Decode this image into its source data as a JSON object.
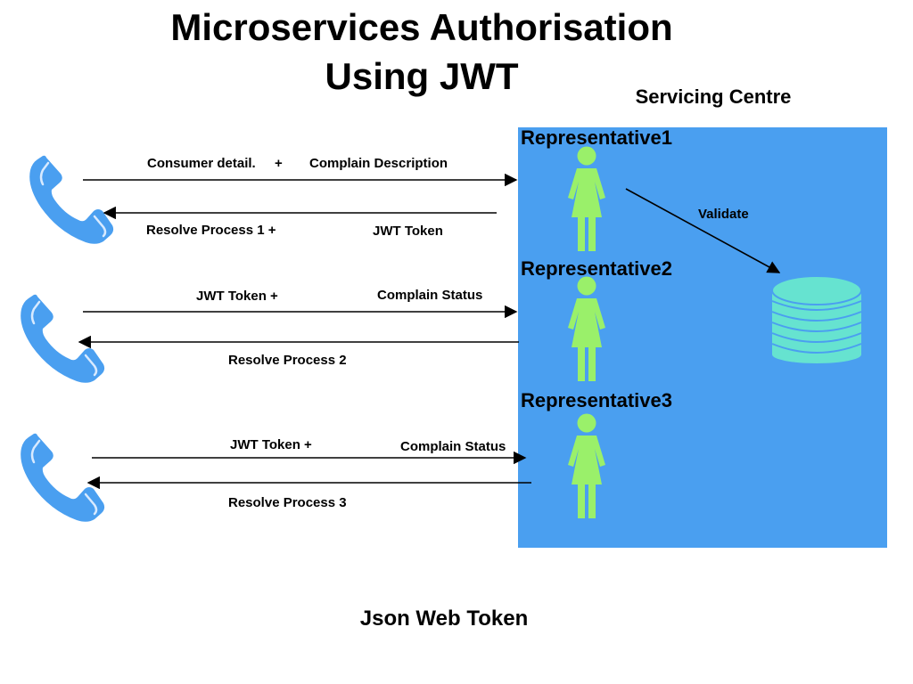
{
  "title": {
    "line1": "Microservices Authorisation",
    "line2": "Using JWT"
  },
  "servicing_centre": {
    "label": "Servicing Centre",
    "color": "#4a9ff0"
  },
  "representatives": [
    {
      "label": "Representative1"
    },
    {
      "label": "Representative2"
    },
    {
      "label": "Representative3"
    }
  ],
  "exchanges": [
    {
      "request": [
        "Consumer detail.",
        "+",
        "Complain Description"
      ],
      "response": [
        "Resolve Process 1 +",
        "JWT Token"
      ]
    },
    {
      "request": [
        "JWT Token +",
        "Complain Status"
      ],
      "response": [
        "Resolve Process 2"
      ]
    },
    {
      "request": [
        "JWT Token +",
        "Complain Status"
      ],
      "response": [
        "Resolve Process 3"
      ]
    }
  ],
  "validate_label": "Validate",
  "footer": "Json Web Token",
  "icons": {
    "phone": "phone-icon",
    "person": "person-icon",
    "database": "database-icon"
  },
  "colors": {
    "phone": "#4a9ff0",
    "person": "#9af06a",
    "database": "#66e3d0"
  }
}
